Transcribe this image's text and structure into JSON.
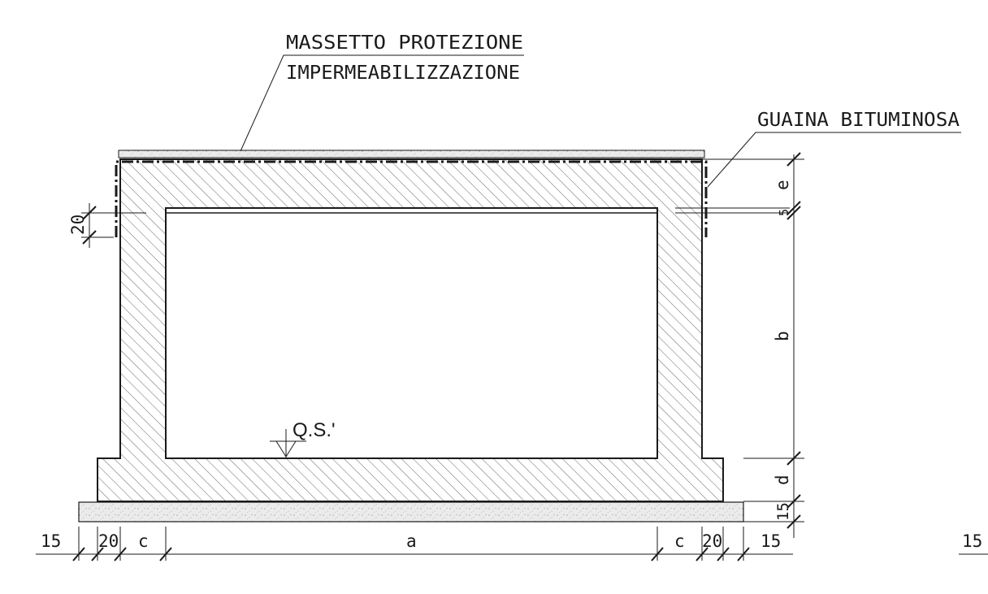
{
  "labels": {
    "protection_line1": "MASSETTO PROTEZIONE",
    "protection_line2": "IMPERMEABILIZZAZIONE",
    "membrane": "GUAINA BITUMINOSA",
    "level_mark": "Q.S.'"
  },
  "dimensions": {
    "bottom": [
      "15",
      "20",
      "c",
      "a",
      "c",
      "20",
      "15"
    ],
    "bottom_extra": "15",
    "right_e": "e",
    "right_5": "5",
    "right_b": "b",
    "right_d": "d",
    "right_15": "15",
    "left_20": "20"
  },
  "colors": {
    "line": "#1a1a1a",
    "screed": "#e9e9e9",
    "hatch": "#444444"
  }
}
